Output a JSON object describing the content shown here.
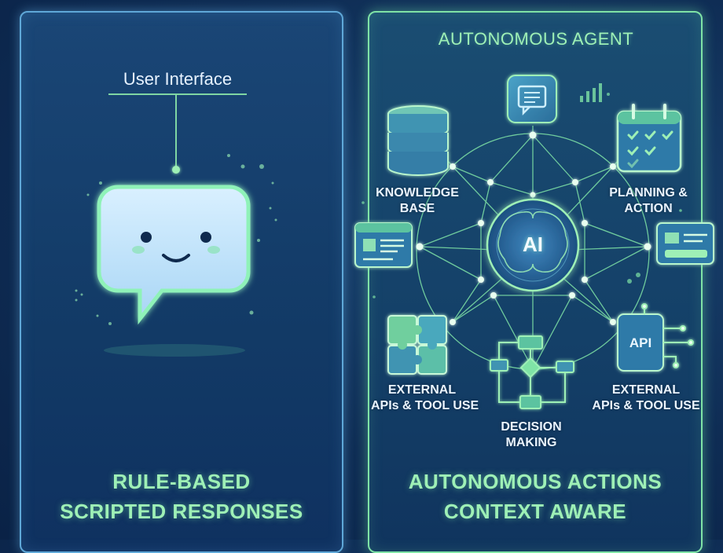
{
  "left": {
    "connector_label": "User Interface",
    "bottom_line1": "RULE-BASED",
    "bottom_line2": "SCRIPTED RESPONSES"
  },
  "right": {
    "title": "AUTONOMOUS AGENT",
    "center_label": "AI",
    "knowledge_line1": "KNOWLEDGE",
    "knowledge_line2": "BASE",
    "planning_line1": "PLANNING &",
    "planning_line2": "ACTION",
    "ext_left_line1": "EXTERNAL",
    "ext_left_line2": "APIs & TOOL USE",
    "ext_right_line1": "EXTERNAL",
    "ext_right_line2": "APIs & TOOL USE",
    "decision_line1": "DECISION",
    "decision_line2": "MAKING",
    "api_badge": "API",
    "bottom_line1": "AUTONOMOUS ACTIONS",
    "bottom_line2": "CONTEXT AWARE"
  },
  "colors": {
    "background": "#0f2d55",
    "left_border": "#5fa8d8",
    "right_border": "#7fe3a6",
    "accent_green": "#9ef0b6"
  }
}
